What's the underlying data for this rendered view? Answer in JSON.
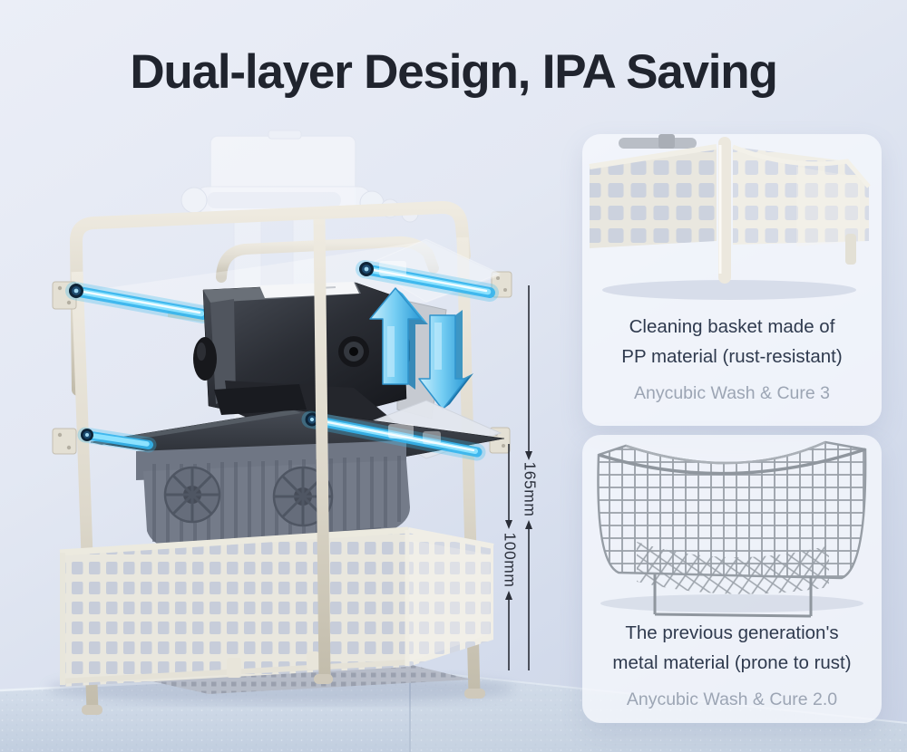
{
  "title": "Dual-layer Design, IPA Saving",
  "diagram": {
    "dim_total_label": "165mm",
    "dim_lower_label": "100mm"
  },
  "cards": [
    {
      "line1": "Cleaning basket made of",
      "line2": "PP material (rust-resistant)",
      "caption": "Anycubic Wash & Cure 3"
    },
    {
      "line1": "The previous generation's",
      "line2": "metal material (prone to rust)",
      "caption": "Anycubic Wash & Cure 2.0"
    }
  ],
  "colors": {
    "accent_glow": "#3fc0f0",
    "title_text": "#20242e",
    "card_text": "#2f3a4e",
    "card_caption": "#9ca5b4",
    "frame_cream": "#ded9cc",
    "background_top": "#ebeef7",
    "background_bottom": "#c9d2e5",
    "pedestal": "#ccd8e6"
  }
}
